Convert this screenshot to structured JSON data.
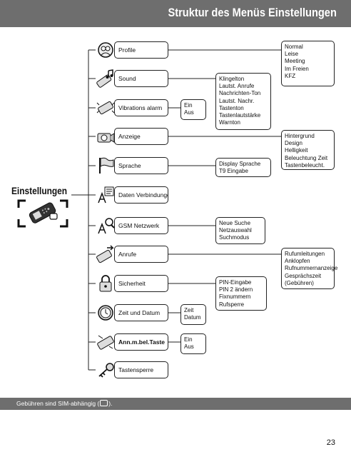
{
  "header": {
    "title": "Struktur des Menüs Einstellungen"
  },
  "main": {
    "label": "Einstellungen"
  },
  "menu_items": [
    {
      "label": "Profile",
      "icon": "profiles-icon"
    },
    {
      "label": "Sound",
      "icon": "music-phone-icon"
    },
    {
      "label": "Vibrations alarm",
      "icon": "vibration-phone-icon"
    },
    {
      "label": "Anzeige",
      "icon": "display-camera-icon"
    },
    {
      "label": "Sprache",
      "icon": "flag-icon"
    },
    {
      "label": "Daten Verbindungen",
      "icon": "data-connection-icon"
    },
    {
      "label": "GSM Netzwerk",
      "icon": "network-antenna-icon"
    },
    {
      "label": "Anrufe",
      "icon": "call-phone-icon"
    },
    {
      "label": "Sicherheit",
      "icon": "padlock-icon"
    },
    {
      "label": "Zeit und Datum",
      "icon": "clock-icon"
    },
    {
      "label": "Ann.m.bel.Taste",
      "icon": "any-key-phone-icon"
    },
    {
      "label": "Tastensperre",
      "icon": "key-icon"
    }
  ],
  "submenus": {
    "profile": [
      "Normal",
      "Leise",
      "Meeting",
      "Im Freien",
      "KFZ"
    ],
    "sound": [
      "Klingelton",
      "Lautst. Anrufe",
      "Nachrichten-Ton",
      "Lautst. Nachr.",
      "Tastenton",
      "Tastenlautstärke",
      "Warnton"
    ],
    "vibration": [
      "Ein",
      "Aus"
    ],
    "anzeige": [
      "Hintergrund",
      "Design",
      "Helligkeit",
      "Beleuchtung Zeit",
      "Tastenbeleucht."
    ],
    "sprache": [
      "Display Sprache",
      "T9 Eingabe"
    ],
    "gsm": [
      "Neue Suche",
      "Netzauswahl",
      "Suchmodus"
    ],
    "anrufe": [
      "Rufumleitungen",
      "Anklopfen",
      "Rufnummernanzeige",
      "Gesprächszeit",
      "(Gebühren)"
    ],
    "sicherheit": [
      "PIN-Eingabe",
      "PIN 2 ändern",
      "Fixnummern",
      "Rufsperre"
    ],
    "zeit": [
      "Zeit",
      "Datum"
    ],
    "taste": [
      "Ein",
      "Aus"
    ]
  },
  "footer": {
    "text_before": "Gebühren sind SIM-abhängig (",
    "text_after": ")."
  },
  "page_number": "23"
}
